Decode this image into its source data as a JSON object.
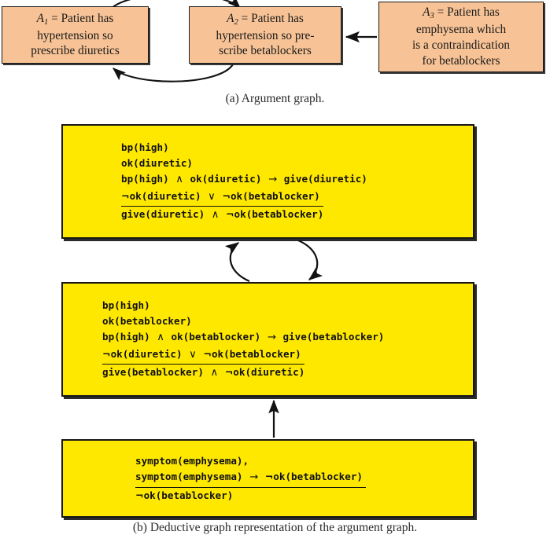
{
  "figure": {
    "subfigure_a": {
      "caption": "(a) Argument graph.",
      "nodes": [
        {
          "id": "A1",
          "label_symbol": "A",
          "label_subscript": "1",
          "lines": [
            "A₁ = Patient has",
            "hypertension so",
            "prescribe diuretics"
          ],
          "text": "A1 = Patient has hypertension so prescribe diuretics",
          "fill_color": "#F7C396"
        },
        {
          "id": "A2",
          "label_symbol": "A",
          "label_subscript": "2",
          "lines": [
            "A₂ = Patient has",
            "hypertension so pre-",
            "scribe betablockers"
          ],
          "text": "A2 = Patient has hypertension so prescribe betablockers",
          "fill_color": "#F7C396"
        },
        {
          "id": "A3",
          "label_symbol": "A",
          "label_subscript": "3",
          "lines": [
            "A₃ = Patient has",
            "emphysema which",
            "is a contraindication",
            "for betablockers"
          ],
          "text": "A3 = Patient has emphysema which is a contraindication for betablockers",
          "fill_color": "#F7C396"
        }
      ],
      "edges": [
        {
          "from": "A1",
          "to": "A2",
          "style": "curved-top",
          "direction": "right"
        },
        {
          "from": "A2",
          "to": "A1",
          "style": "curved-bottom",
          "direction": "left"
        },
        {
          "from": "A3",
          "to": "A2",
          "style": "straight-horizontal",
          "direction": "left"
        }
      ]
    },
    "subfigure_b": {
      "caption": "(b) Deductive graph representation of the argument graph.",
      "nodes": [
        {
          "id": "D1",
          "fill_color": "#FFE800",
          "premises": [
            {
              "parts": [
                {
                  "t": "bp(high)",
                  "k": "code"
                }
              ]
            },
            {
              "parts": [
                {
                  "t": "ok(diuretic)",
                  "k": "code"
                }
              ]
            },
            {
              "parts": [
                {
                  "t": "bp(high) ",
                  "k": "code"
                },
                {
                  "t": "∧",
                  "k": "op"
                },
                {
                  "t": " ok(diuretic) ",
                  "k": "code"
                },
                {
                  "t": "→",
                  "k": "op"
                },
                {
                  "t": " give(diuretic)",
                  "k": "code"
                }
              ]
            },
            {
              "ruled": true,
              "parts": [
                {
                  "t": "¬",
                  "k": "neg"
                },
                {
                  "t": "ok(diuretic) ",
                  "k": "code"
                },
                {
                  "t": "∨",
                  "k": "op"
                },
                {
                  "t": " ",
                  "k": "code"
                },
                {
                  "t": "¬",
                  "k": "neg"
                },
                {
                  "t": "ok(betablocker)",
                  "k": "code"
                }
              ]
            }
          ],
          "conclusion": {
            "parts": [
              {
                "t": "give(diuretic) ",
                "k": "code"
              },
              {
                "t": "∧",
                "k": "op"
              },
              {
                "t": " ",
                "k": "code"
              },
              {
                "t": "¬",
                "k": "neg"
              },
              {
                "t": "ok(betablocker)",
                "k": "code"
              }
            ]
          }
        },
        {
          "id": "D2",
          "fill_color": "#FFE800",
          "premises": [
            {
              "parts": [
                {
                  "t": "bp(high)",
                  "k": "code"
                }
              ]
            },
            {
              "parts": [
                {
                  "t": "ok(betablocker)",
                  "k": "code"
                }
              ]
            },
            {
              "parts": [
                {
                  "t": "bp(high) ",
                  "k": "code"
                },
                {
                  "t": "∧",
                  "k": "op"
                },
                {
                  "t": " ok(betablocker) ",
                  "k": "code"
                },
                {
                  "t": "→",
                  "k": "op"
                },
                {
                  "t": " give(betablocker)",
                  "k": "code"
                }
              ]
            },
            {
              "ruled": true,
              "parts": [
                {
                  "t": "¬",
                  "k": "neg"
                },
                {
                  "t": "ok(diuretic) ",
                  "k": "code"
                },
                {
                  "t": "∨",
                  "k": "op"
                },
                {
                  "t": " ",
                  "k": "code"
                },
                {
                  "t": "¬",
                  "k": "neg"
                },
                {
                  "t": "ok(betablocker)",
                  "k": "code"
                }
              ]
            }
          ],
          "conclusion": {
            "parts": [
              {
                "t": "give(betablocker) ",
                "k": "code"
              },
              {
                "t": "∧",
                "k": "op"
              },
              {
                "t": " ",
                "k": "code"
              },
              {
                "t": "¬",
                "k": "neg"
              },
              {
                "t": "ok(diuretic)",
                "k": "code"
              }
            ]
          }
        },
        {
          "id": "D3",
          "fill_color": "#FFE800",
          "premises": [
            {
              "parts": [
                {
                  "t": "symptom(emphysema),",
                  "k": "code"
                }
              ]
            },
            {
              "ruled": true,
              "parts": [
                {
                  "t": "symptom(emphysema) ",
                  "k": "code"
                },
                {
                  "t": "→",
                  "k": "op"
                },
                {
                  "t": " ",
                  "k": "code"
                },
                {
                  "t": "¬",
                  "k": "neg"
                },
                {
                  "t": "ok(betablocker)",
                  "k": "code"
                }
              ]
            }
          ],
          "conclusion": {
            "parts": [
              {
                "t": "¬",
                "k": "neg"
              },
              {
                "t": "ok(betablocker)",
                "k": "code"
              }
            ]
          }
        }
      ],
      "edges": [
        {
          "from": "D2",
          "to": "D1",
          "style": "curved-left",
          "direction": "up"
        },
        {
          "from": "D1",
          "to": "D2",
          "style": "curved-right",
          "direction": "down"
        },
        {
          "from": "D3",
          "to": "D2",
          "style": "straight-vertical",
          "direction": "up"
        }
      ]
    }
  },
  "colors": {
    "argument_node_fill": "#F7C396",
    "deductive_node_fill": "#FFE800",
    "stroke": "#171717",
    "background": "#ffffff"
  }
}
